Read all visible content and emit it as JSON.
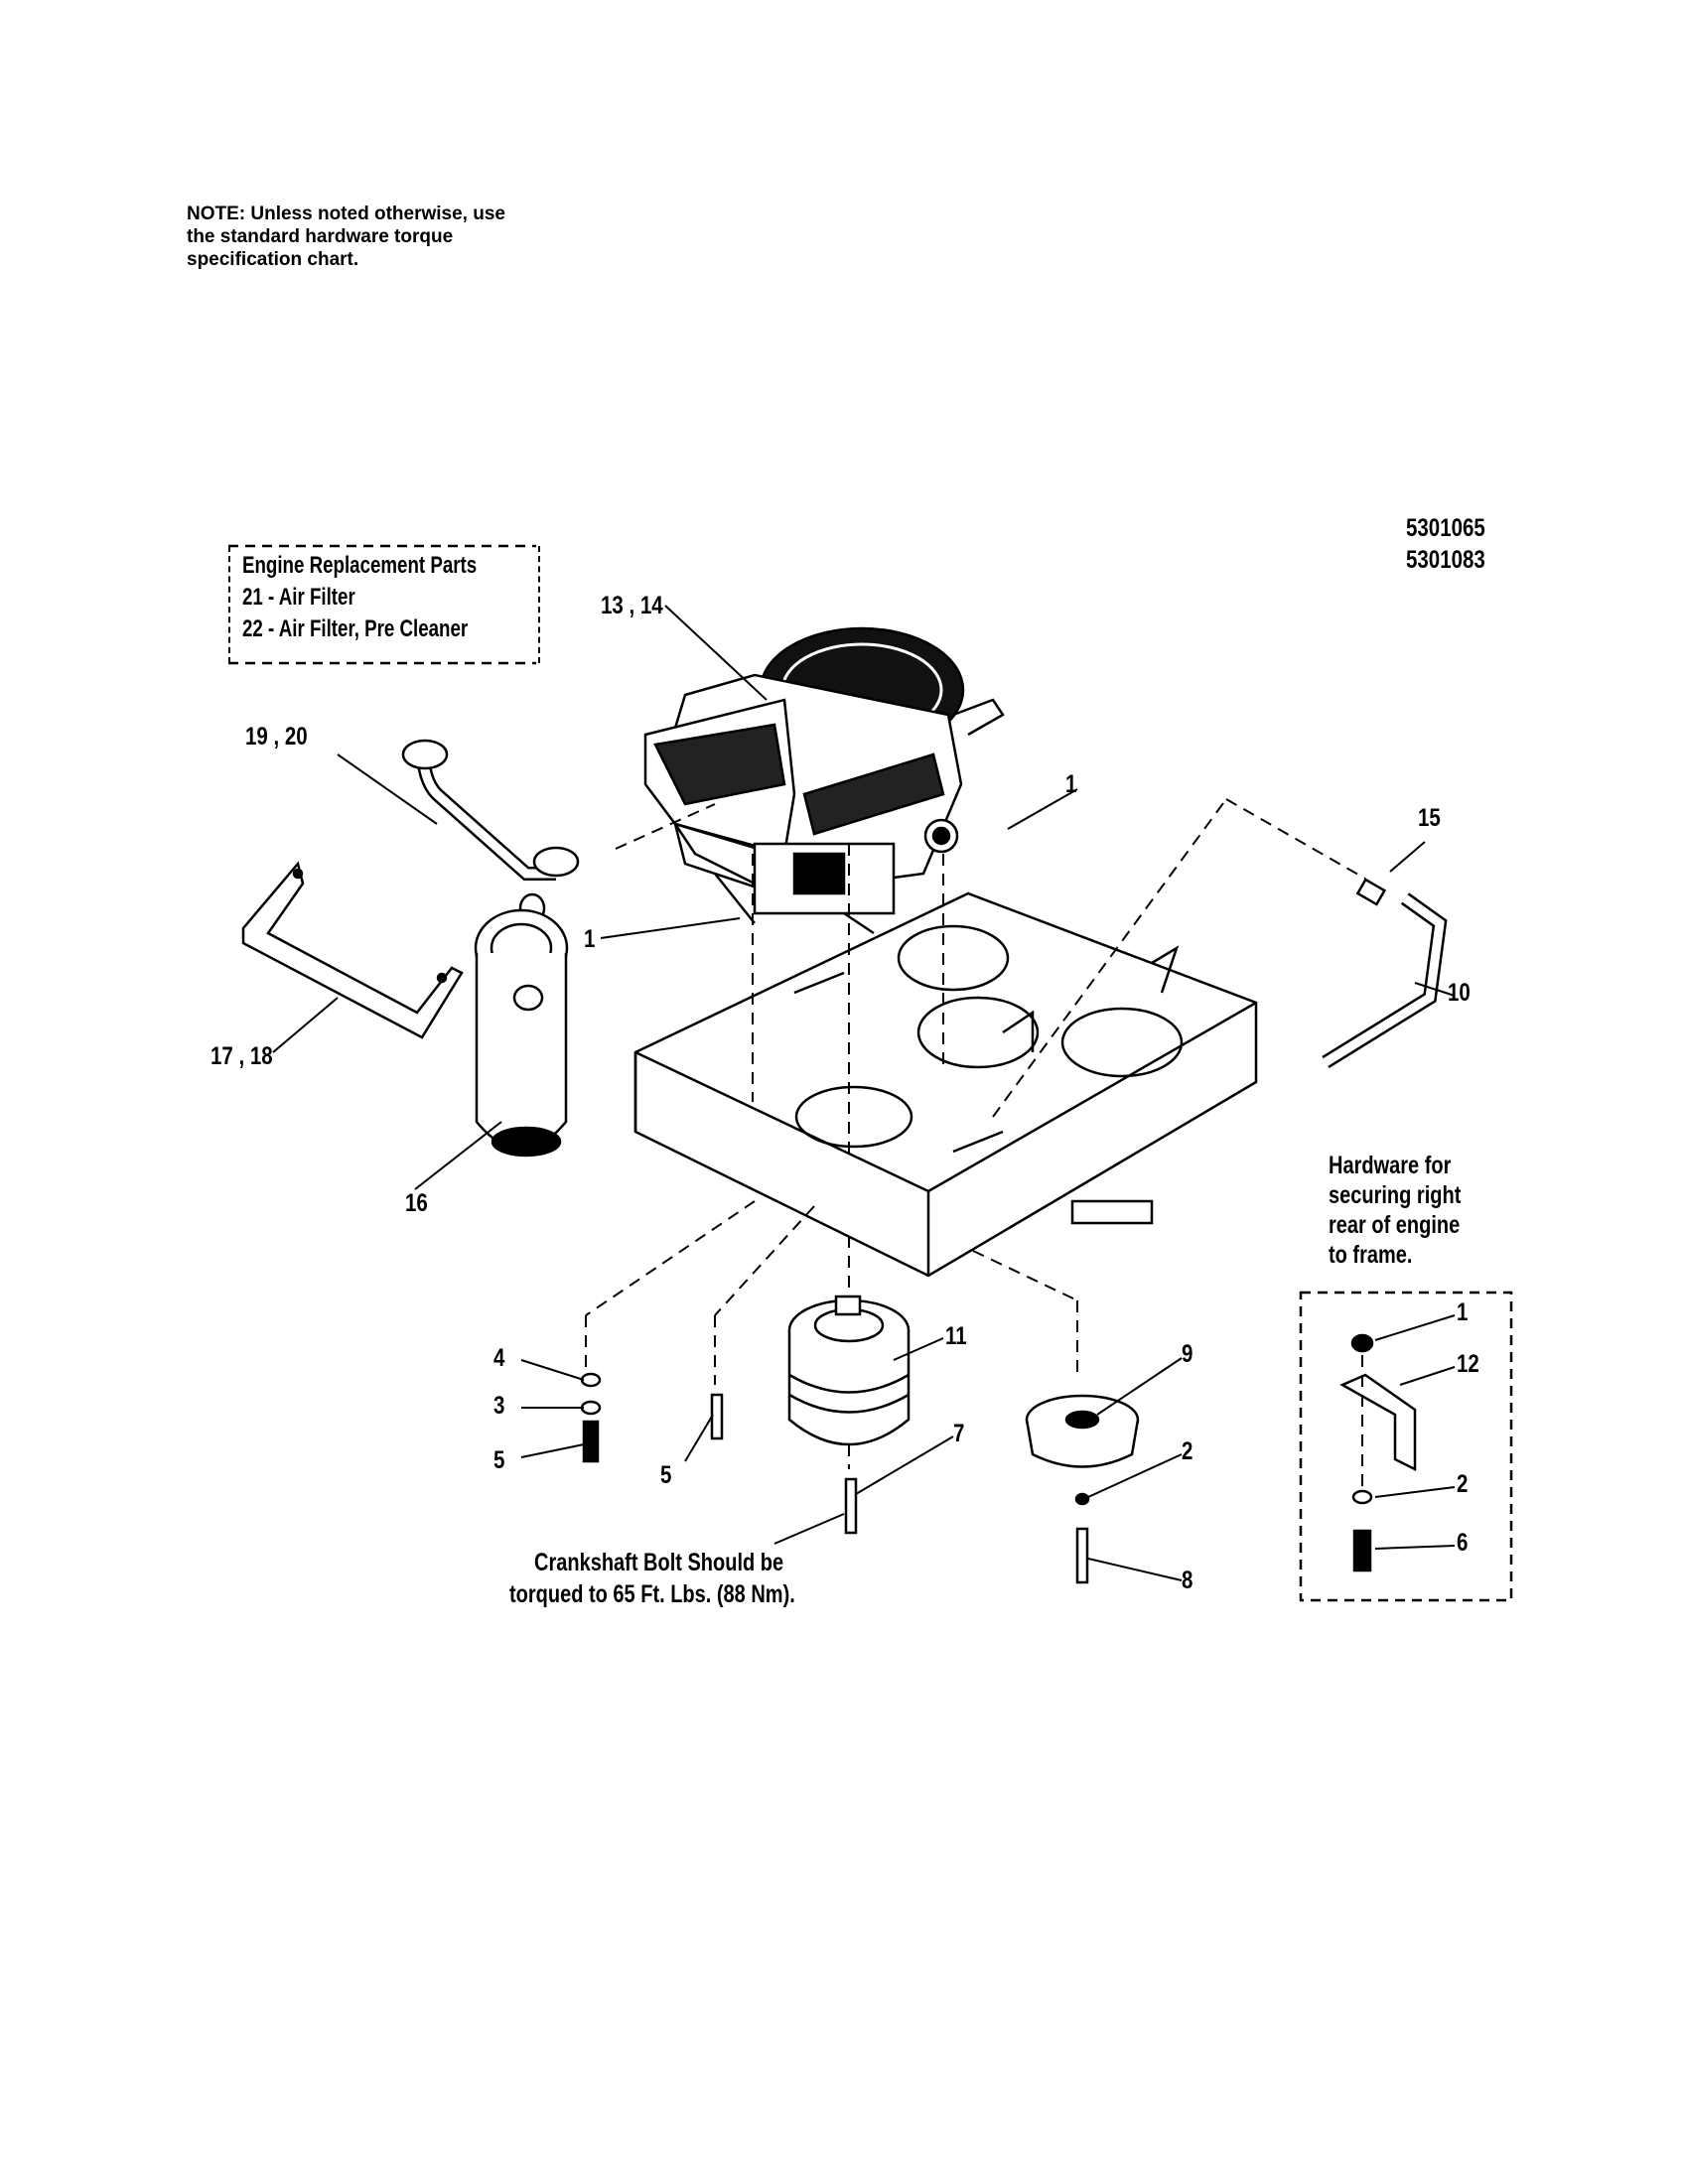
{
  "note": {
    "lines": [
      "NOTE: Unless noted otherwise, use",
      "the standard hardware torque",
      "specification chart."
    ]
  },
  "model_numbers": [
    "5301065",
    "5301083"
  ],
  "engine_replacement_parts": {
    "title": "Engine Replacement Parts",
    "items": [
      "21 - Air Filter",
      "22 - Air Filter, Pre Cleaner"
    ]
  },
  "callouts": {
    "c13_14": "13 , 14",
    "c19_20": "19 , 20",
    "c1_right": "1",
    "c1_left": "1",
    "c15": "15",
    "c10": "10",
    "c17_18": "17 , 18",
    "c16": "16",
    "c4": "4",
    "c3": "3",
    "c5_left": "5",
    "c5_mid": "5",
    "c11": "11",
    "c9": "9",
    "c7": "7",
    "c2_mid": "2",
    "c8": "8",
    "c1_inset": "1",
    "c12": "12",
    "c2_inset": "2",
    "c6": "6"
  },
  "hardware_note": {
    "lines": [
      "Hardware for",
      "securing  right",
      "rear of engine",
      "to frame."
    ]
  },
  "crankshaft_note": {
    "lines": [
      "Crankshaft Bolt Should be",
      "torqued to 65 Ft. Lbs. (88 Nm)."
    ]
  }
}
